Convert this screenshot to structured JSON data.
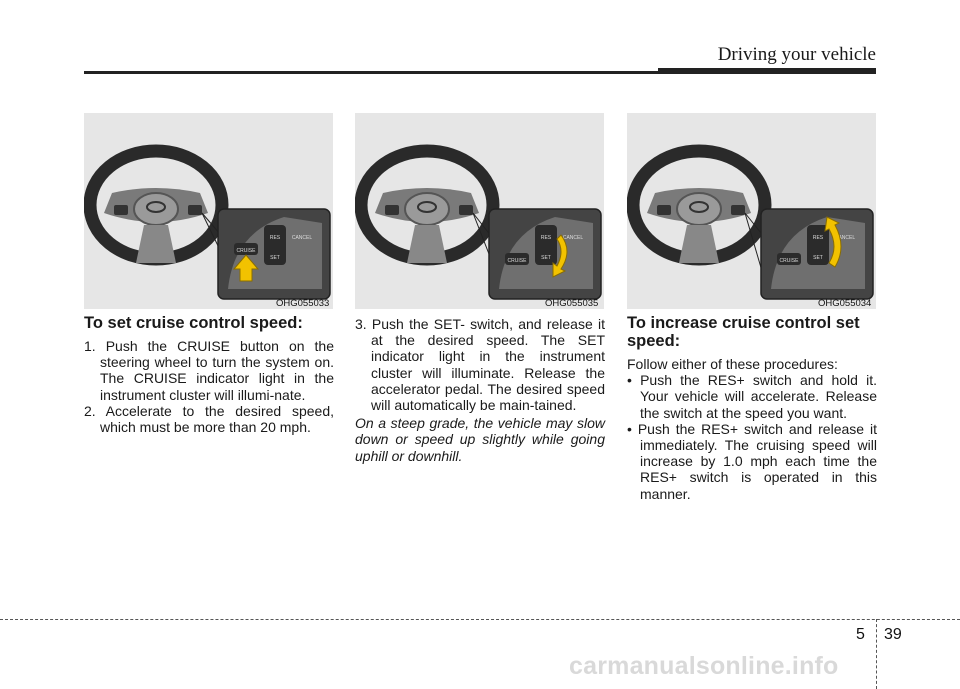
{
  "header": {
    "title": "Driving your vehicle"
  },
  "figures": [
    {
      "code": "OHG055033",
      "highlight": "cruise-button"
    },
    {
      "code": "OHG055035",
      "highlight": "set-switch"
    },
    {
      "code": "OHG055034",
      "highlight": "res-switch"
    }
  ],
  "figure_labels": {
    "cruise": "CRUISE",
    "cancel": "CANCEL",
    "set": "SET",
    "res": "RES"
  },
  "section1": {
    "title": "To set cruise control speed:",
    "steps": [
      "1. Push the CRUISE button on the steering wheel to turn the system on. The CRUISE indicator light in the instrument cluster will illumi-nate.",
      "2. Accelerate to the desired speed, which must be more than 20 mph."
    ]
  },
  "section2": {
    "step3": "3. Push the SET- switch, and release it at the desired speed. The SET indicator light in the instrument cluster will illuminate. Release the accelerator pedal. The desired speed will automatically be main-tained.",
    "note": "On a steep grade, the vehicle may slow down or speed up slightly while going uphill or downhill."
  },
  "section3": {
    "title": "To increase cruise control set speed:",
    "intro": "Follow either of these procedures:",
    "bullets": [
      "• Push the RES+ switch and hold it. Your vehicle will accelerate. Release the switch at the speed you want.",
      "• Push the RES+ switch and release it immediately. The cruising speed will increase by 1.0 mph each time the RES+ switch is operated in this manner."
    ]
  },
  "footer": {
    "chapter": "5",
    "page": "39",
    "watermark": "carmanualsonline.info"
  },
  "colors": {
    "arrow": "#f2c200",
    "figure_bg": "#e6e6e6"
  }
}
